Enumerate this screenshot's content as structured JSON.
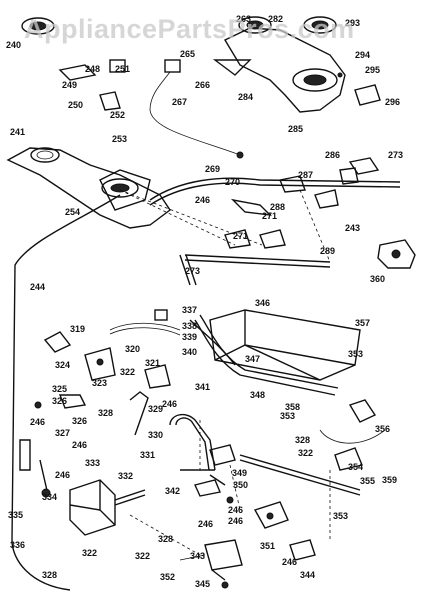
{
  "watermark": "AppliancePartsPros.com",
  "callouts": [
    {
      "id": "240"
    },
    {
      "id": "248"
    },
    {
      "id": "249"
    },
    {
      "id": "250"
    },
    {
      "id": "251"
    },
    {
      "id": "252"
    },
    {
      "id": "253"
    },
    {
      "id": "241"
    },
    {
      "id": "254"
    },
    {
      "id": "263"
    },
    {
      "id": "265"
    },
    {
      "id": "266"
    },
    {
      "id": "267"
    },
    {
      "id": "284"
    },
    {
      "id": "282"
    },
    {
      "id": "293"
    },
    {
      "id": "294"
    },
    {
      "id": "295"
    },
    {
      "id": "296"
    },
    {
      "id": "285"
    },
    {
      "id": "286"
    },
    {
      "id": "273"
    },
    {
      "id": "269"
    },
    {
      "id": "270"
    },
    {
      "id": "287"
    },
    {
      "id": "246"
    },
    {
      "id": "288"
    },
    {
      "id": "271"
    },
    {
      "id": "243"
    },
    {
      "id": "271"
    },
    {
      "id": "273"
    },
    {
      "id": "289"
    },
    {
      "id": "360"
    },
    {
      "id": "244"
    },
    {
      "id": "337"
    },
    {
      "id": "346"
    },
    {
      "id": "357"
    },
    {
      "id": "319"
    },
    {
      "id": "338"
    },
    {
      "id": "339"
    },
    {
      "id": "320"
    },
    {
      "id": "340"
    },
    {
      "id": "347"
    },
    {
      "id": "353"
    },
    {
      "id": "324"
    },
    {
      "id": "321"
    },
    {
      "id": "322"
    },
    {
      "id": "323"
    },
    {
      "id": "341"
    },
    {
      "id": "325"
    },
    {
      "id": "326"
    },
    {
      "id": "328"
    },
    {
      "id": "329"
    },
    {
      "id": "348"
    },
    {
      "id": "358"
    },
    {
      "id": "246"
    },
    {
      "id": "353"
    },
    {
      "id": "326"
    },
    {
      "id": "356"
    },
    {
      "id": "246"
    },
    {
      "id": "327"
    },
    {
      "id": "330"
    },
    {
      "id": "328"
    },
    {
      "id": "322"
    },
    {
      "id": "246"
    },
    {
      "id": "333"
    },
    {
      "id": "331"
    },
    {
      "id": "349"
    },
    {
      "id": "354"
    },
    {
      "id": "359"
    },
    {
      "id": "246"
    },
    {
      "id": "332"
    },
    {
      "id": "342"
    },
    {
      "id": "350"
    },
    {
      "id": "355"
    },
    {
      "id": "334"
    },
    {
      "id": "246"
    },
    {
      "id": "335"
    },
    {
      "id": "246"
    },
    {
      "id": "246"
    },
    {
      "id": "353"
    },
    {
      "id": "336"
    },
    {
      "id": "328"
    },
    {
      "id": "351"
    },
    {
      "id": "322"
    },
    {
      "id": "322"
    },
    {
      "id": "343"
    },
    {
      "id": "246"
    },
    {
      "id": "328"
    },
    {
      "id": "352"
    },
    {
      "id": "344"
    },
    {
      "id": "345"
    }
  ]
}
